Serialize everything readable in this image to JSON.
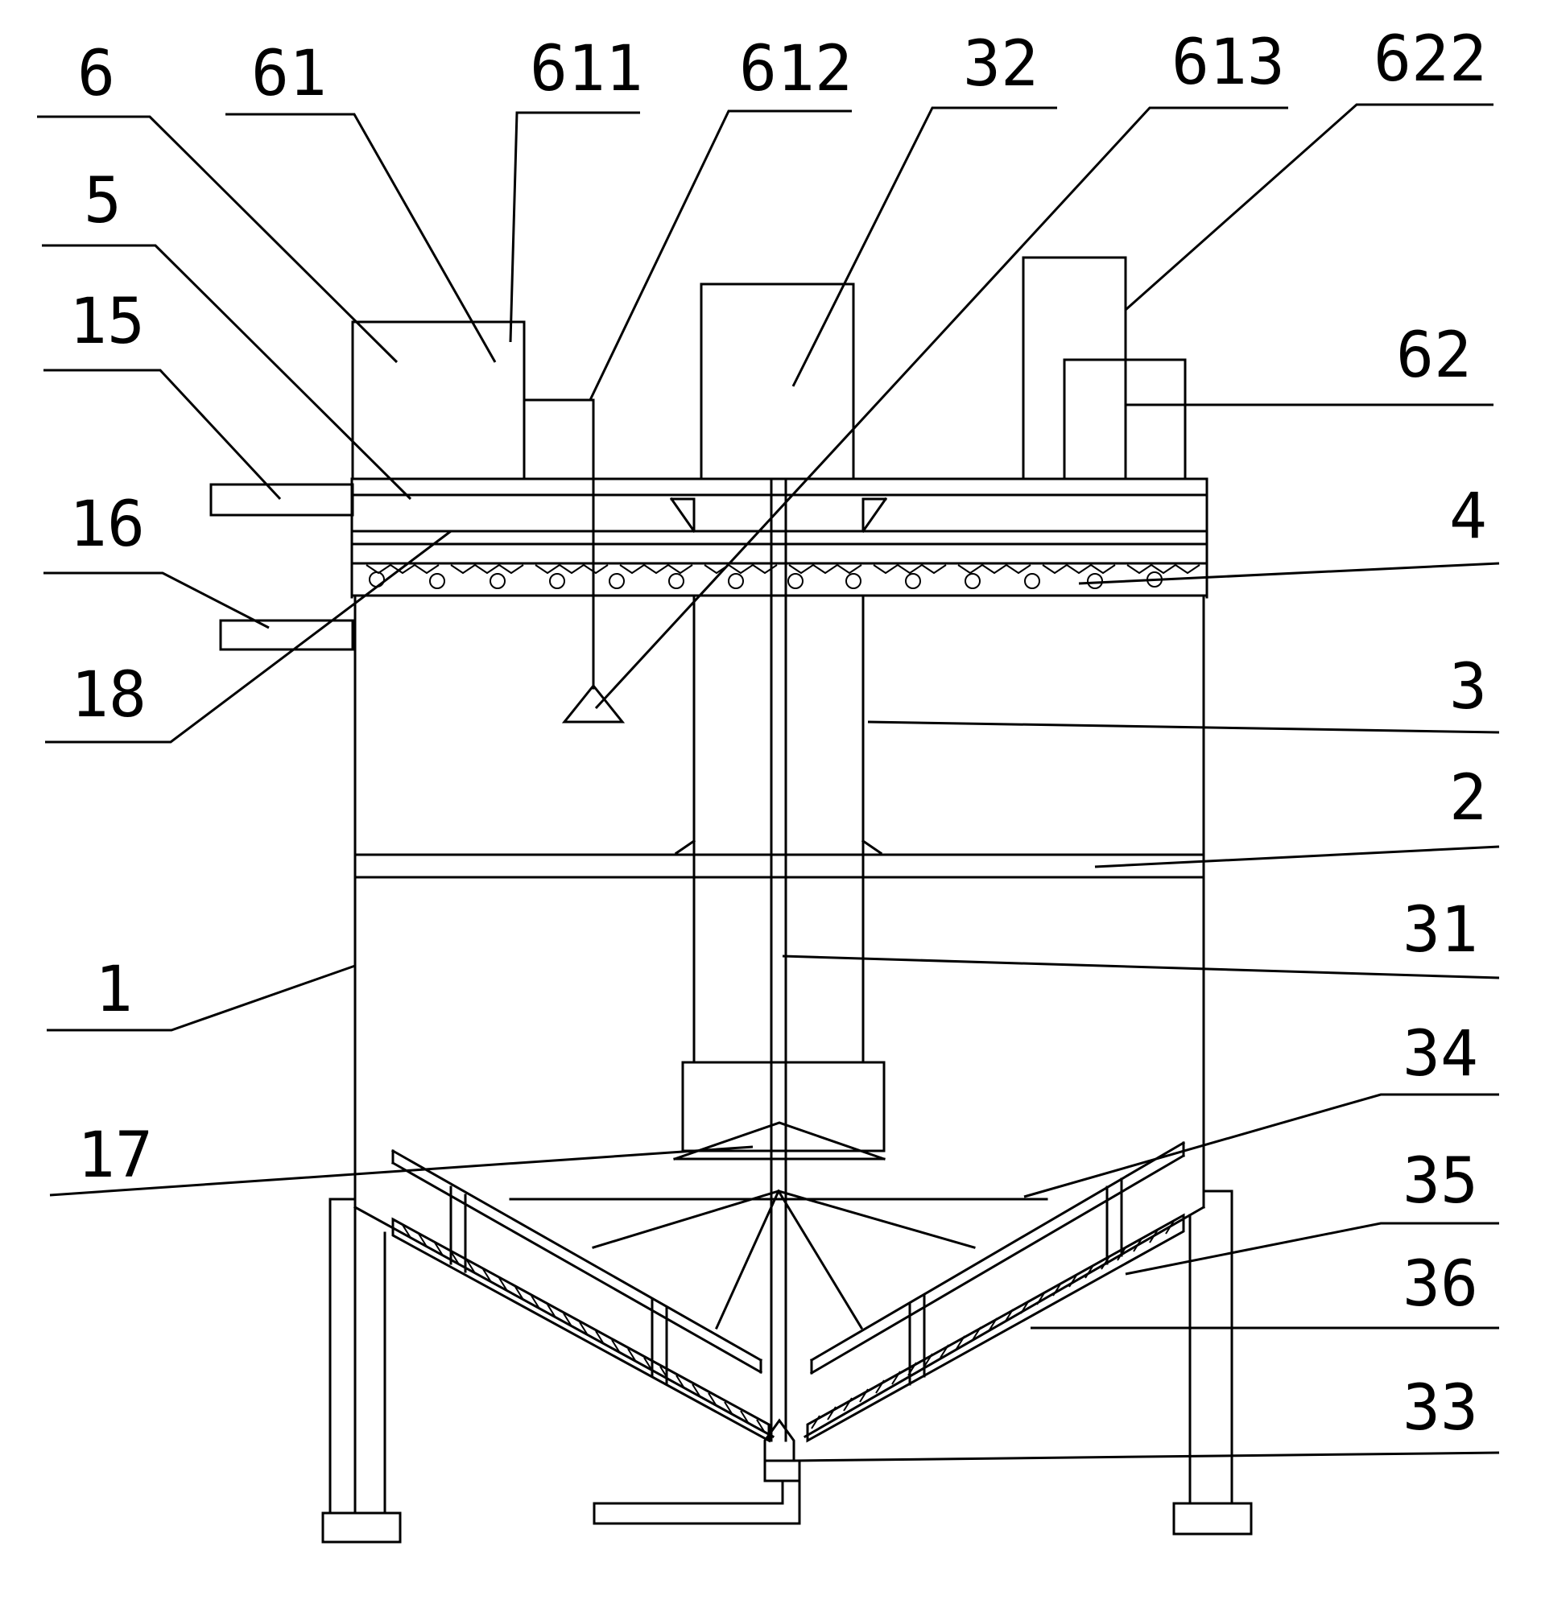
{
  "labels": {
    "l6": "6",
    "l61": "61",
    "l611": "611",
    "l612": "612",
    "l32": "32",
    "l613": "613",
    "l622": "622",
    "l5": "5",
    "l15": "15",
    "l16": "16",
    "l18": "18",
    "l62": "62",
    "l4": "4",
    "l3": "3",
    "l2": "2",
    "l31": "31",
    "l1": "1",
    "l34": "34",
    "l17": "17",
    "l35": "35",
    "l36": "36",
    "l33": "33"
  }
}
